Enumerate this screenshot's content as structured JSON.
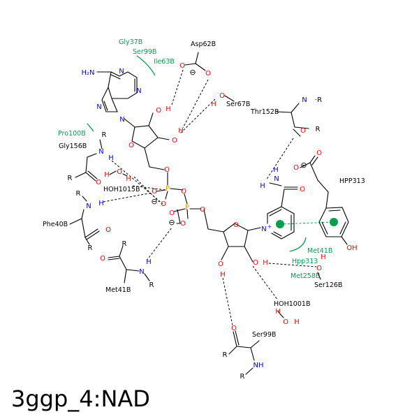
{
  "caption": "3ggp_4:NAD",
  "colors": {
    "bond": "#000000",
    "nitrogen": "#0000ff",
    "oxygen": "#ff0000",
    "phosphorus": "#ff9900",
    "hydrophobic": "#00a050",
    "hbond": "#000000",
    "pi": "#00a050"
  },
  "residue_labels": {
    "asp62b": "Asp62B",
    "ser67b": "Ser67B",
    "thr152b": "Thr152B",
    "gly156b": "Gly156B",
    "hoh1015b": "HOH1015B",
    "phe40b": "Phe40B",
    "met41b_left": "Met41B",
    "hpp313_label": "HPP313",
    "ser126b": "Ser126B",
    "hoh1001b": "HOH1001B",
    "ser99b_bottom": "Ser99B"
  },
  "hydrophobic_labels": {
    "gly37b": "Gly37B",
    "ser99b": "Ser99B",
    "ile63b": "Ile63B",
    "pro100b": "Pro100B",
    "met41b": "Met41B",
    "hpp313": "Hpp313",
    "met258b": "Met258B"
  },
  "atom_symbols": {
    "nh2": "H₂N",
    "n": "N",
    "o": "O",
    "h": "H",
    "p": "P",
    "r": "R",
    "nplus": "N",
    "plus": "+",
    "oh_right": "OH",
    "minus": "⊖",
    "thr_nh": "NH",
    "thr_r": "·R"
  }
}
